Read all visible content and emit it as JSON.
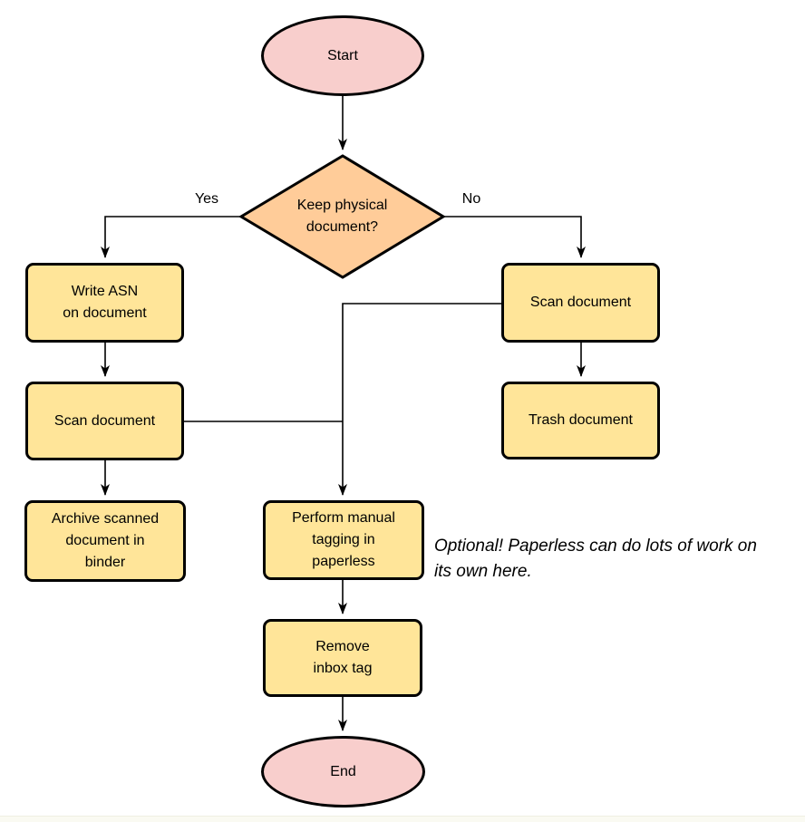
{
  "nodes": {
    "start": {
      "label": "Start",
      "type": "terminal"
    },
    "decision": {
      "label": "Keep physical\ndocument?",
      "type": "decision"
    },
    "write_asn": {
      "label": "Write ASN\non document",
      "type": "process"
    },
    "scan_left": {
      "label": "Scan document",
      "type": "process"
    },
    "archive": {
      "label": "Archive scanned\ndocument in\nbinder",
      "type": "process"
    },
    "scan_right": {
      "label": "Scan document",
      "type": "process"
    },
    "trash": {
      "label": "Trash document",
      "type": "process"
    },
    "tagging": {
      "label": "Perform manual\ntagging in\npaperless",
      "type": "process"
    },
    "remove_inbox": {
      "label": "Remove\ninbox tag",
      "type": "process"
    },
    "end": {
      "label": "End",
      "type": "terminal"
    }
  },
  "edge_labels": {
    "yes": "Yes",
    "no": "No"
  },
  "note": {
    "text": "Optional! Paperless can do lots of work on\nits own here."
  },
  "colors": {
    "terminal_fill": "#f8cecc",
    "decision_fill": "#ffcc99",
    "process_fill": "#ffe599",
    "stroke": "#000000",
    "note_text": "#000000",
    "background": "#ffffff"
  }
}
